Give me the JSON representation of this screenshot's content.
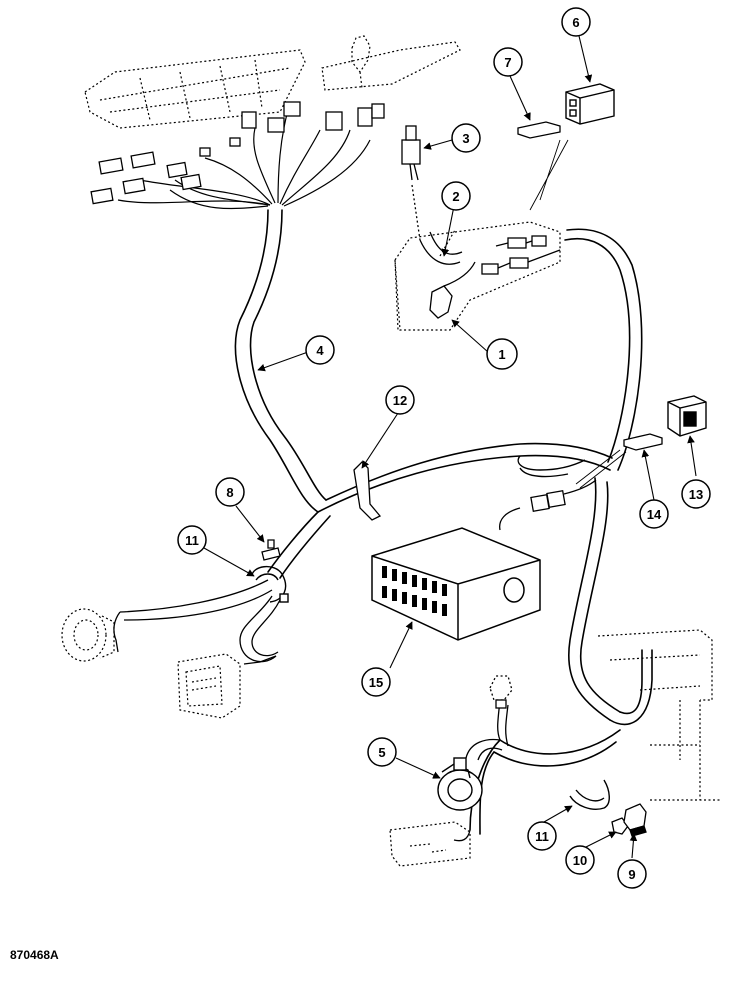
{
  "figure_code": "870468A",
  "callouts": [
    {
      "label": "1"
    },
    {
      "label": "2"
    },
    {
      "label": "3"
    },
    {
      "label": "4"
    },
    {
      "label": "5"
    },
    {
      "label": "6"
    },
    {
      "label": "7"
    },
    {
      "label": "8"
    },
    {
      "label": "9"
    },
    {
      "label": "10"
    },
    {
      "label": "11"
    },
    {
      "label": "11"
    },
    {
      "label": "12"
    },
    {
      "label": "13"
    },
    {
      "label": "14"
    },
    {
      "label": "15"
    }
  ]
}
